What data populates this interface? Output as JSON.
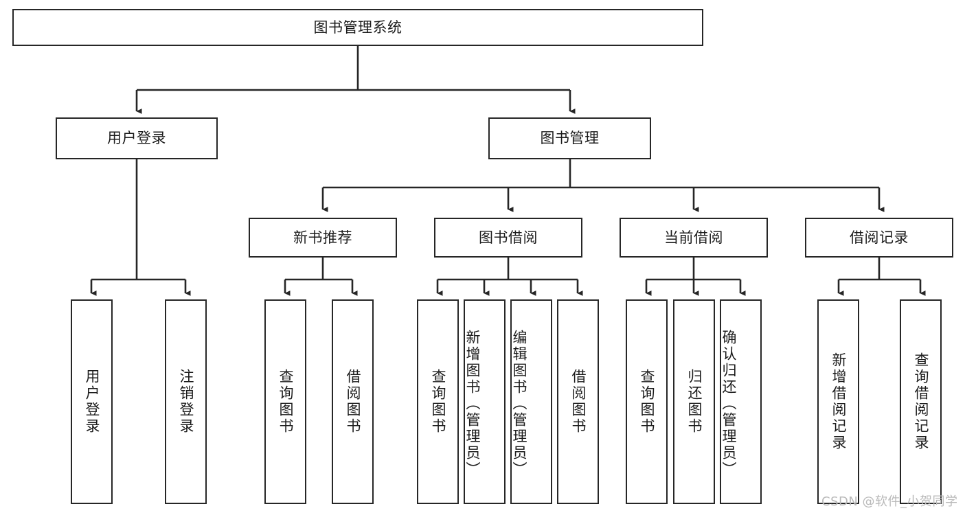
{
  "diagram": {
    "title": "图书管理系统",
    "type": "tree-hierarchy",
    "watermark": "CSDN @软件_小贺同学",
    "colors": {
      "stroke": "#262626",
      "fill": "#ffffff",
      "text": "#1b1b1b",
      "watermark": "#b9b9b9"
    },
    "nodes": {
      "root": "图书管理系统",
      "level1": [
        "用户登录",
        "图书管理"
      ],
      "level2": [
        "新书推荐",
        "图书借阅",
        "当前借阅",
        "借阅记录"
      ],
      "leaves": {
        "user_login": [
          "用户登录",
          "注销登录"
        ],
        "new_book_recommend": [
          "查询图书",
          "借阅图书"
        ],
        "book_borrow": [
          "查询图书",
          "新增图书（管理员）",
          "编辑图书（管理员）",
          "借阅图书"
        ],
        "current_borrow": [
          "查询图书",
          "归还图书",
          "确认归还（管理员）"
        ],
        "borrow_record": [
          "新增借阅记录",
          "查询借阅记录"
        ]
      }
    }
  }
}
